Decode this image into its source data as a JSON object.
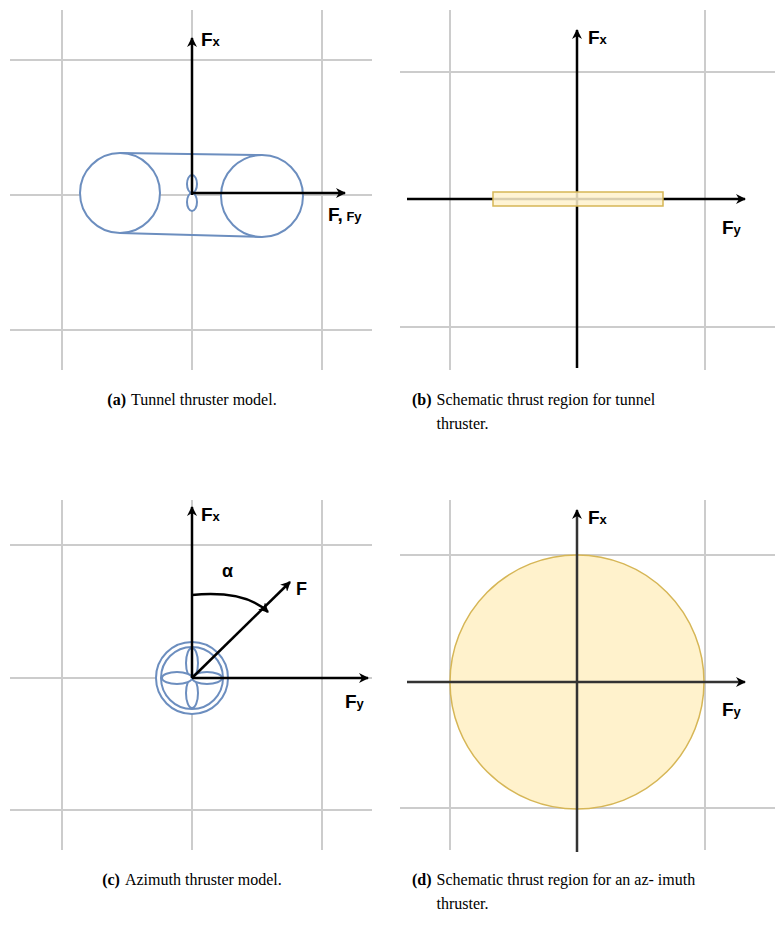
{
  "diagram": {
    "labels": [
      "Fx",
      "F, Fy",
      "(a)",
      "Tunnel thruster model.",
      "Fx",
      "Fy",
      "(b)",
      "Schematic thrust region for tunnel thruster.",
      "Fx",
      "α",
      "F",
      "Fy",
      "(c)",
      "Azimuth thruster model.",
      "Fx",
      "Fy",
      "(d)",
      "Schematic thrust region for an az- imuth thruster."
    ]
  }
}
